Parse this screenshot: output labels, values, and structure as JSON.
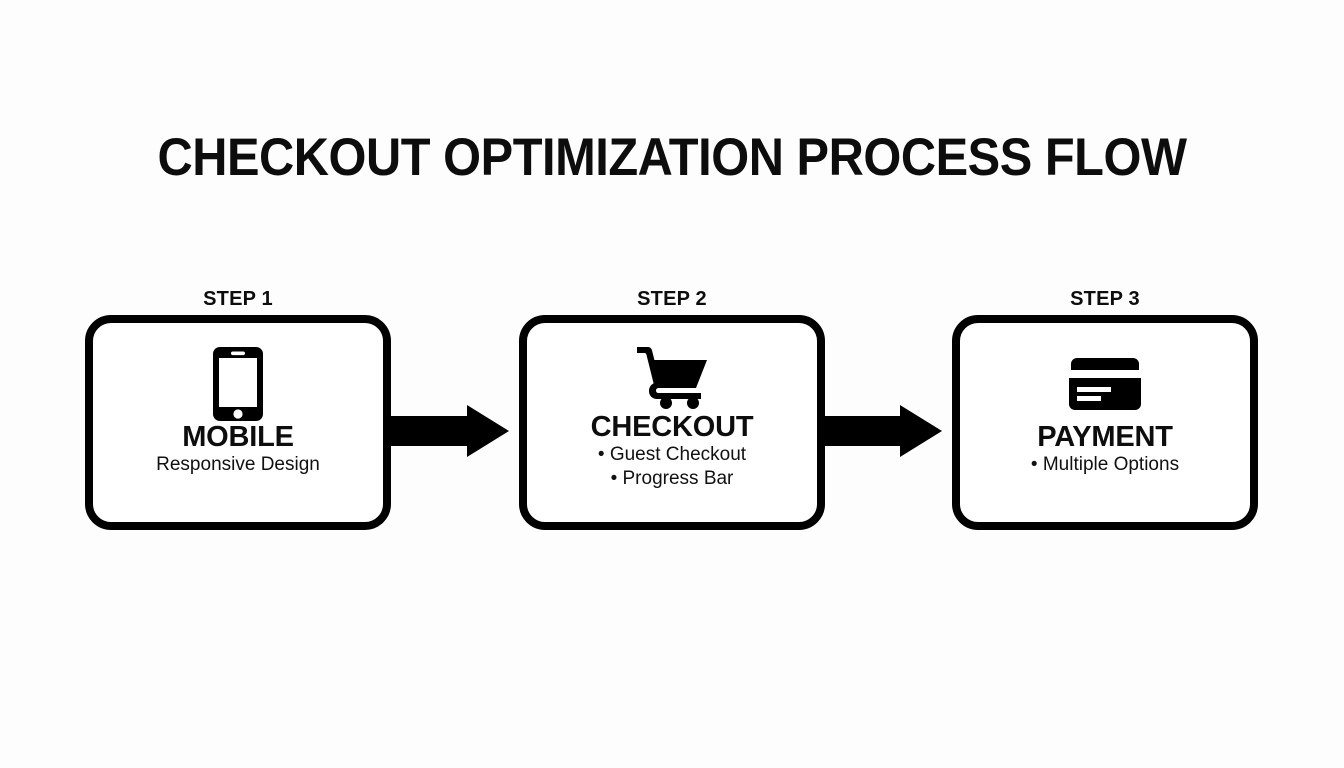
{
  "page": {
    "title": "CHECKOUT OPTIMIZATION PROCESS FLOW",
    "background_color": "#fdfdfd",
    "ink_color": "#000000"
  },
  "steps": [
    {
      "step_label": "STEP 1",
      "icon": "smartphone-icon",
      "heading": "MOBILE",
      "lines": [
        "Responsive Design"
      ]
    },
    {
      "step_label": "STEP 2",
      "icon": "shopping-cart-icon",
      "heading": "CHECKOUT",
      "lines": [
        "• Guest Checkout",
        "• Progress Bar"
      ]
    },
    {
      "step_label": "STEP 3",
      "icon": "credit-card-icon",
      "heading": "PAYMENT",
      "lines": [
        "• Multiple Options"
      ]
    }
  ],
  "connectors": [
    {
      "name": "arrow-step1-to-step2",
      "direction": "right"
    },
    {
      "name": "arrow-step2-to-step3",
      "direction": "right"
    }
  ]
}
